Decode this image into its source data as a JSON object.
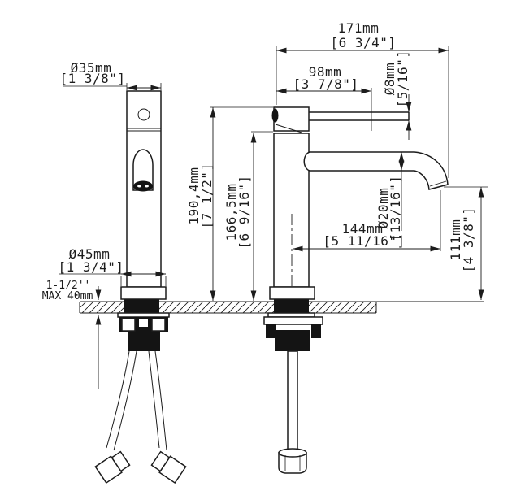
{
  "dims": {
    "overall_length": {
      "mm": "171mm",
      "inch": "[6 3/4\"]"
    },
    "handle_reach": {
      "mm": "98mm",
      "inch": "[3 7/8\"]"
    },
    "handle_dia": {
      "mm": "Ø8mm",
      "inch": "[5/16\"]"
    },
    "total_height": {
      "mm": "190,4mm",
      "inch": "[7 1/2\"]"
    },
    "body_height": {
      "mm": "166,5mm",
      "inch": "[6 9/16\"]"
    },
    "spout_dia": {
      "mm": "Ø20mm",
      "inch": "[13/16\"]"
    },
    "spout_reach": {
      "mm": "144mm",
      "inch": "[5 11/16\"]"
    },
    "spout_height": {
      "mm": "111mm",
      "inch": "[4 3/8\"]"
    },
    "cap_dia": {
      "mm": "Ø35mm",
      "inch": "[1 3/8\"]"
    },
    "base_dia": {
      "mm": "Ø45mm",
      "inch": "[1 3/4\"]"
    },
    "deck_thickness": {
      "line1": "1-1/2''",
      "line2": "MAX 40mm"
    }
  },
  "colors": {
    "line": "#1c1c1c",
    "fill_dark": "#141414",
    "background": "#ffffff"
  }
}
